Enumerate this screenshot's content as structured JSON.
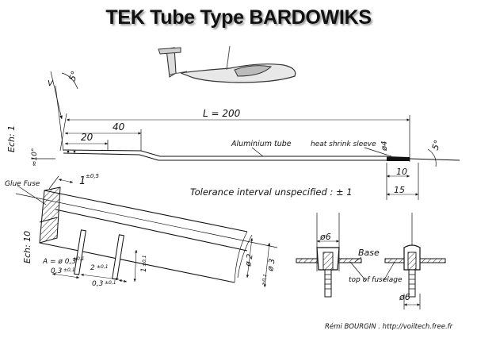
{
  "title": "TEK Tube Type BARDOWIKS",
  "top_view": {
    "angle_label_left": "5°",
    "scale_label": "Ech: 1",
    "length_label": "L = 200",
    "dim_40": "40",
    "dim_20": "20",
    "tube_label": "Aluminium tube",
    "sleeve_label": "heat shrink sleeve",
    "sleeve_dia": "ø4",
    "angle_label_right": "5°",
    "dim_10": "10",
    "dim_15": "15",
    "vert_label": "≈10°",
    "mark_v": "V"
  },
  "section": {
    "glue_label": "Glue Fuse",
    "tol_top": "1",
    "tol_top_sup": "±0,5",
    "tolerance_note": "Tolerance interval unspecified : ± 1",
    "scale_label": "Ech: 10",
    "a_label": "A = ø 0,3",
    "a_sup": "±0,1",
    "dim_03_left": "0,3",
    "dim_03_left_sup": "±0,1",
    "dim_2": "2",
    "dim_2_sup": "±0,1",
    "dim_03_mid": "0,3",
    "dim_03_mid_sup": "±0,1",
    "dim_1": "1",
    "dim_1_sup": "±0,1",
    "dia_2": "ø 2",
    "dia_3": "ø 3",
    "dia_3_sup": "±0,1"
  },
  "base_detail": {
    "dia_top": "ø6",
    "base_label": "Base",
    "fuselage_label": "top of fuselage",
    "dia_bottom": "ø6"
  },
  "credit": "Rémi BOURGIN . http://voiltech.free.fr"
}
